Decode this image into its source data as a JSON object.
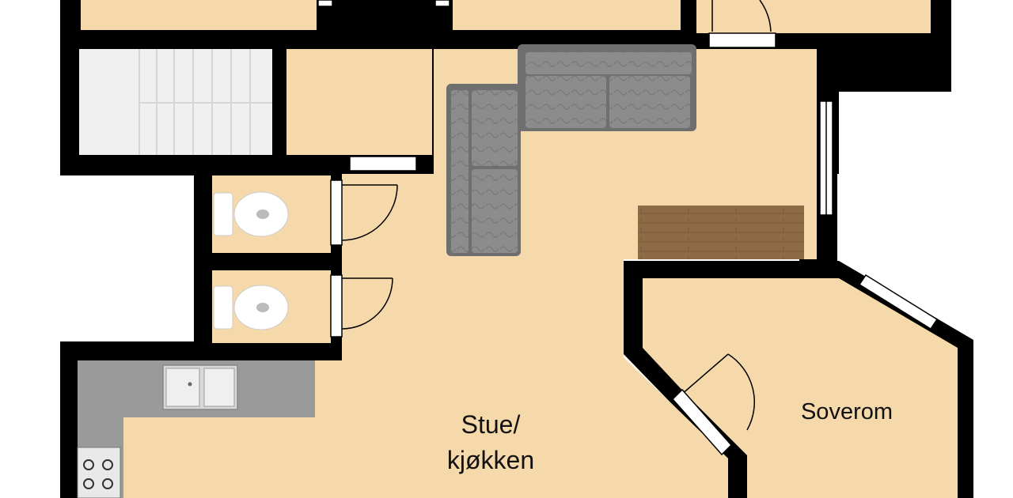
{
  "rooms": {
    "soverom": "Soverom",
    "stue_line1": "Stue/",
    "stue_line2": "kjøkken"
  },
  "colors": {
    "floor": "#f6d9ab",
    "wall": "#000000",
    "stairs": "#f0f0f0",
    "sofa": "#8a8a8a",
    "table": "#8a6845",
    "counter": "#9a9a9a",
    "toilet": "#ffffff",
    "background": "#ffffff"
  },
  "icons": [
    "stairs-icon",
    "sofa-icon",
    "table-icon",
    "toilet-icon",
    "sink-icon",
    "stove-icon",
    "door-icon",
    "window-icon"
  ]
}
